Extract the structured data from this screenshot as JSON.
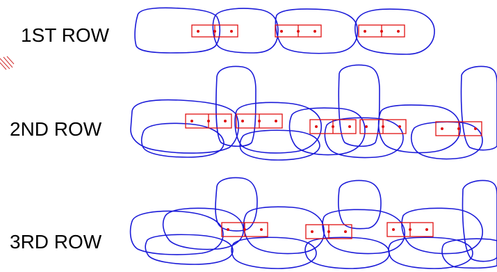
{
  "rows": [
    {
      "label": "1ST ROW"
    },
    {
      "label": "2ND ROW"
    },
    {
      "label": "3RD ROW"
    }
  ],
  "colors": {
    "stone_outline": "#1a1ad8",
    "pin_marker": "#e01010",
    "label_text": "#000000"
  }
}
